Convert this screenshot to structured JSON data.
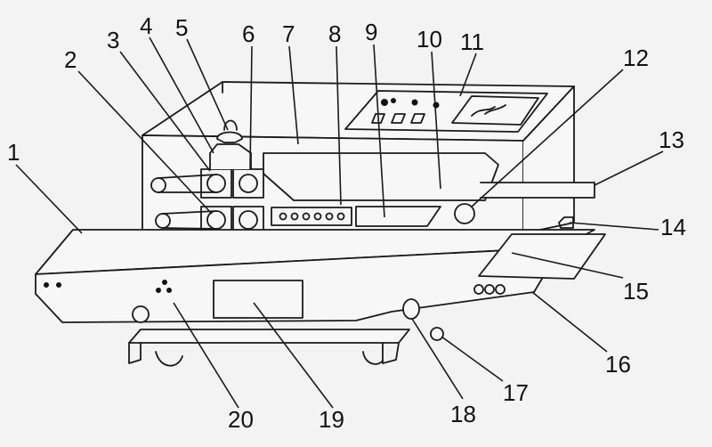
{
  "callouts": [
    {
      "id": 1,
      "label": "1"
    },
    {
      "id": 2,
      "label": "2"
    },
    {
      "id": 3,
      "label": "3"
    },
    {
      "id": 4,
      "label": "4"
    },
    {
      "id": 5,
      "label": "5"
    },
    {
      "id": 6,
      "label": "6"
    },
    {
      "id": 7,
      "label": "7"
    },
    {
      "id": 8,
      "label": "8"
    },
    {
      "id": 9,
      "label": "9"
    },
    {
      "id": 10,
      "label": "10"
    },
    {
      "id": 11,
      "label": "11"
    },
    {
      "id": 12,
      "label": "12"
    },
    {
      "id": 13,
      "label": "13"
    },
    {
      "id": 14,
      "label": "14"
    },
    {
      "id": 15,
      "label": "15"
    },
    {
      "id": 16,
      "label": "16"
    },
    {
      "id": 17,
      "label": "17"
    },
    {
      "id": 18,
      "label": "18"
    },
    {
      "id": 19,
      "label": "19"
    },
    {
      "id": 20,
      "label": "20"
    }
  ],
  "colors": {
    "ink": "#1a1a1a",
    "paper": "#f3f3f3"
  }
}
